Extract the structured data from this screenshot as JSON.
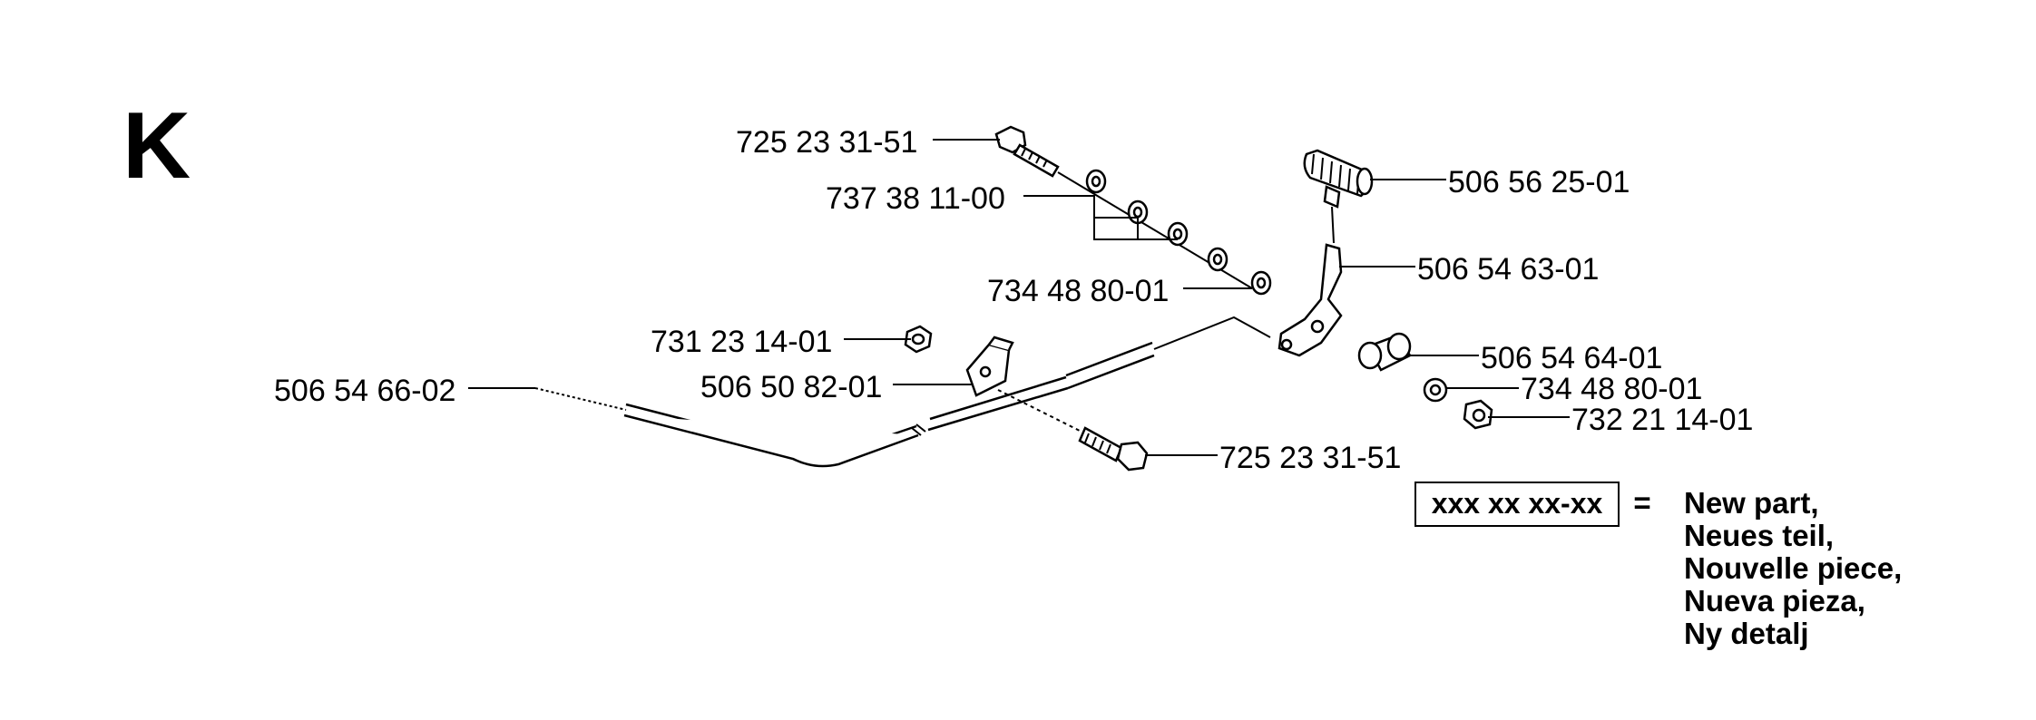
{
  "section": {
    "letter": "K"
  },
  "parts": [
    {
      "id": "bolt-top",
      "number": "725 23 31-51"
    },
    {
      "id": "washers",
      "number": "737 38 11-00"
    },
    {
      "id": "washer-small",
      "number": "734 48 80-01"
    },
    {
      "id": "nut-left",
      "number": "731 23 14-01"
    },
    {
      "id": "bracket",
      "number": "506 50 82-01"
    },
    {
      "id": "cable",
      "number": "506 54 66-02"
    },
    {
      "id": "bolt-bottom",
      "number": "725 23 31-51"
    },
    {
      "id": "knob",
      "number": "506 56 25-01"
    },
    {
      "id": "lever",
      "number": "506 54 63-01"
    },
    {
      "id": "bushing",
      "number": "506 54 64-01"
    },
    {
      "id": "washer-right",
      "number": "734 48 80-01"
    },
    {
      "id": "nut-right",
      "number": "732 21 14-01"
    }
  ],
  "legend": {
    "code": "xxx xx xx-xx",
    "equals": "=",
    "lines": [
      "New part,",
      "Neues teil,",
      "Nouvelle piece,",
      "Nueva pieza,",
      "Ny detalj"
    ]
  }
}
